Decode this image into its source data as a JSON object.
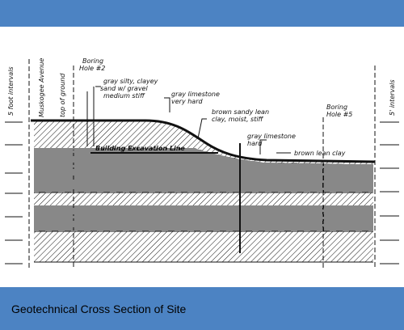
{
  "caption": "Geotechnical Cross Section of Site",
  "labels": {
    "left_interval": "5 foot intervals",
    "right_interval": "5' intervals",
    "muskogee_avenue": "Muskogee Avenue",
    "top_of_ground": "top of ground",
    "boring_hole_2": [
      "Boring",
      "Hole #2"
    ],
    "boring_hole_5": [
      "Boring",
      "Hole #5"
    ],
    "gray_silty_clay": [
      "gray silty, clayey",
      "sand w/ gravel",
      "medium stiff"
    ],
    "gray_limestone_1": [
      "gray limestone",
      "very hard"
    ],
    "brown_sandy_lean": [
      "brown sandy lean",
      "clay, moist, stiff"
    ],
    "gray_limestone_2": [
      "gray limestone",
      "hard"
    ],
    "brown_lean_clay": "brown lean clay",
    "building_excavation_line": "Building Excavation Line"
  },
  "colors": {
    "bar": "#4c83c3",
    "ink": "#111111",
    "paper": "#ffffff"
  }
}
